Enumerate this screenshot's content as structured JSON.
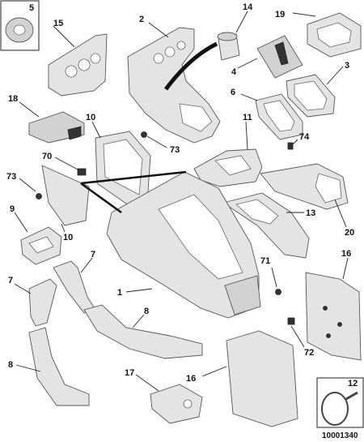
{
  "diagram": {
    "reference_code": "10001340",
    "callouts": [
      {
        "id": "c5",
        "text": "5"
      },
      {
        "id": "c15",
        "text": "15"
      },
      {
        "id": "c2",
        "text": "2"
      },
      {
        "id": "c14",
        "text": "14"
      },
      {
        "id": "c19",
        "text": "19"
      },
      {
        "id": "c4",
        "text": "4"
      },
      {
        "id": "c3",
        "text": "3"
      },
      {
        "id": "c18",
        "text": "18"
      },
      {
        "id": "c10a",
        "text": "10"
      },
      {
        "id": "c6",
        "text": "6"
      },
      {
        "id": "c11",
        "text": "11"
      },
      {
        "id": "c74",
        "text": "74"
      },
      {
        "id": "c73a",
        "text": "73"
      },
      {
        "id": "c70",
        "text": "70"
      },
      {
        "id": "c73b",
        "text": "73"
      },
      {
        "id": "c9",
        "text": "9"
      },
      {
        "id": "c10b",
        "text": "10"
      },
      {
        "id": "c13",
        "text": "13"
      },
      {
        "id": "c20",
        "text": "20"
      },
      {
        "id": "c7a",
        "text": "7"
      },
      {
        "id": "c71",
        "text": "71"
      },
      {
        "id": "c16a",
        "text": "16"
      },
      {
        "id": "c7b",
        "text": "7"
      },
      {
        "id": "c1",
        "text": "1"
      },
      {
        "id": "c8a",
        "text": "8"
      },
      {
        "id": "c72",
        "text": "72"
      },
      {
        "id": "c8b",
        "text": "8"
      },
      {
        "id": "c17",
        "text": "17"
      },
      {
        "id": "c16b",
        "text": "16"
      },
      {
        "id": "c12",
        "text": "12"
      }
    ]
  }
}
